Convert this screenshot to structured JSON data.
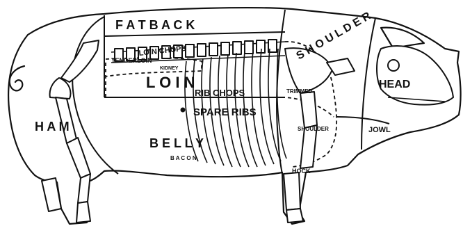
{
  "labels": {
    "fatback": "F A T B A C K",
    "tenderloin": "TENDERLOIN",
    "loin_chops": "LOIN CHOPS",
    "kidney": "KIDNEY",
    "loin": "L   O   I   N",
    "rib_chops": "RIB CHOPS",
    "spare_ribs": "SPARE RIBS",
    "trimmed": "TRIMMED",
    "shoulder": "S H O U L D E R",
    "head": "HEAD",
    "jowl": "JOWL",
    "ham": "H   A   M",
    "belly": "B E L L Y",
    "bacon": "B A C O N",
    "shoulder_small": "SHOULDER",
    "hock": "HOCK"
  }
}
